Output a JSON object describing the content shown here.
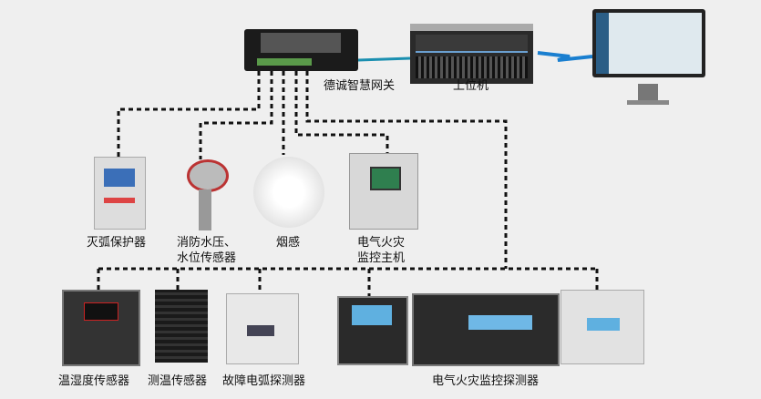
{
  "nodes": {
    "gateway": "德诚智慧网关",
    "host_computer": "上位机",
    "arc_protector": "灭弧保护器",
    "water_sensor_line1": "消防水压、",
    "water_sensor_line2": "水位传感器",
    "smoke_detector": "烟感",
    "fire_host_line1": "电气火灾",
    "fire_host_line2": "监控主机",
    "temp_humidity_sensor": "温湿度传感器",
    "temp_sensor": "测温传感器",
    "arc_fault_detector": "故障电弧探测器",
    "fire_detector": "电气火灾监控探测器"
  },
  "colors": {
    "link": "#1a8fb0",
    "wireless": "#1a7fd0",
    "dashed": "#111111"
  }
}
